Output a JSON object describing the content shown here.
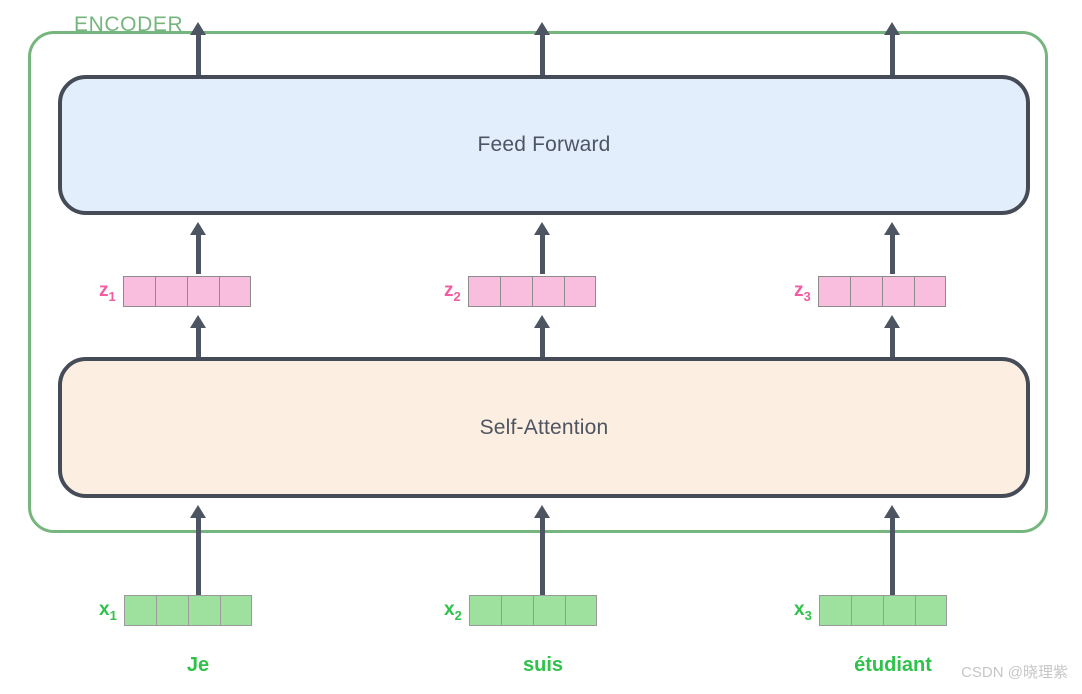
{
  "diagram": {
    "encoder": {
      "label": "ENCODER",
      "border_color": "#76b67e"
    },
    "sublayers": [
      {
        "name": "feed-forward",
        "title": "Feed Forward",
        "fill": "#e2eefb",
        "border": "#454c58"
      },
      {
        "name": "self-attention",
        "title": "Self-Attention",
        "fill": "#fceee0",
        "border": "#454c58"
      }
    ],
    "z_vectors": [
      {
        "label": "z",
        "subscript": "1",
        "cells": 4,
        "color": "#f45ba0",
        "fill": "#f9bedd"
      },
      {
        "label": "z",
        "subscript": "2",
        "cells": 4,
        "color": "#f45ba0",
        "fill": "#f9bedd"
      },
      {
        "label": "z",
        "subscript": "3",
        "cells": 4,
        "color": "#f45ba0",
        "fill": "#f9bedd"
      }
    ],
    "x_vectors": [
      {
        "label": "x",
        "subscript": "1",
        "cells": 4,
        "color": "#2fc24a",
        "fill": "#9ee09e"
      },
      {
        "label": "x",
        "subscript": "2",
        "cells": 4,
        "color": "#2fc24a",
        "fill": "#9ee09e"
      },
      {
        "label": "x",
        "subscript": "3",
        "cells": 4,
        "color": "#2fc24a",
        "fill": "#9ee09e"
      }
    ],
    "tokens": [
      {
        "word": "Je"
      },
      {
        "word": "suis"
      },
      {
        "word": "étudiant"
      }
    ],
    "arrow_color": "#4e5562"
  },
  "watermark": {
    "text": "CSDN @晓理紫"
  }
}
